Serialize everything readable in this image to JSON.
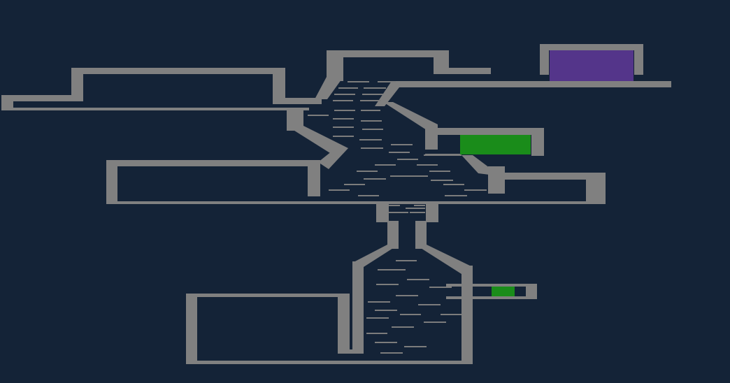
{
  "scene": {
    "background_color": "#142337",
    "wall_color": "#808080",
    "rubble_color": "#7c7c7c"
  },
  "objects": {
    "exit_zone": {
      "kind": "purple-block",
      "color": "#54358a"
    },
    "goal_large": {
      "kind": "green-block",
      "color": "#1a8c1a"
    },
    "goal_small": {
      "kind": "green-block",
      "color": "#1a8c1a"
    }
  }
}
